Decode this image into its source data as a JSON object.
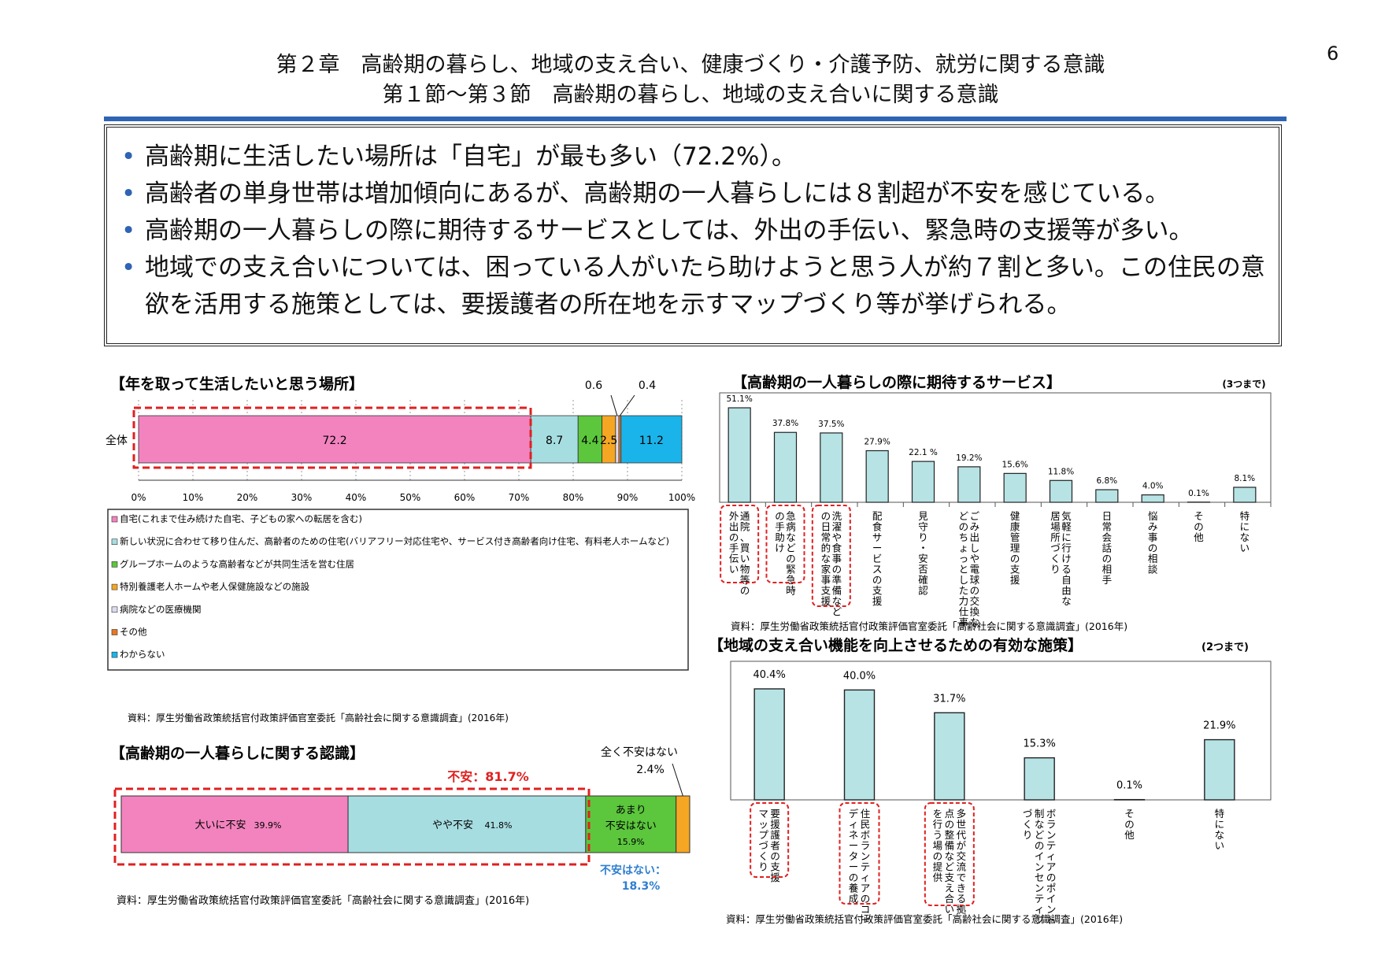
{
  "page": {
    "number": "6",
    "title_line1": "第２章　高齢期の暮らし、地域の支え合い、健康づくり・介護予防、就労に関する意識",
    "title_line2": "第１節～第３節　高齢期の暮らし、地域の支え合いに関する意識"
  },
  "summary": {
    "bullet": "•",
    "items": [
      "高齢期に生活したい場所は「自宅」が最も多い（72.2%）。",
      "高齢者の単身世帯は増加傾向にあるが、高齢期の一人暮らしには８割超が不安を感じている。",
      "高齢期の一人暮らしの際に期待するサービスとしては、外出の手伝い、緊急時の支援等が多い。",
      "地域での支え合いについては、困っている人がいたら助けようと思う人が約７割と多い。この住民の意欲を活用する施策としては、要援護者の所在地を示すマップづくり等が挙げられる。"
    ]
  },
  "colors": {
    "pink": "#f283be",
    "lightblue": "#a6dde1",
    "green": "#5cc63d",
    "orange": "#f5a623",
    "skyblue": "#1ab4ea",
    "darkblue": "#1f4e89",
    "red": "#e02020",
    "bar_fill": "#b7e3e5"
  },
  "chart_data": [
    {
      "id": "place",
      "type": "bar",
      "orientation": "horizontal-stacked",
      "title": "【年を取って生活したいと思う場所】",
      "row_label": "全体",
      "xlim": [
        0,
        100
      ],
      "x_ticks": [
        "0%",
        "10%",
        "20%",
        "30%",
        "40%",
        "50%",
        "60%",
        "70%",
        "80%",
        "90%",
        "100%"
      ],
      "segments": [
        {
          "label": "72.2",
          "value": 72.2,
          "color": "#f283be"
        },
        {
          "label": "8.7",
          "value": 8.7,
          "color": "#a6dde1"
        },
        {
          "label": "4.4",
          "value": 4.4,
          "color": "#5cc63d"
        },
        {
          "label": "2.5",
          "value": 2.5,
          "color": "#f5a623"
        },
        {
          "label": "0.6",
          "value": 0.6,
          "color": "#dcdcf0"
        },
        {
          "label": "0.4",
          "value": 0.4,
          "color": "#e87722"
        },
        {
          "label": "11.2",
          "value": 11.2,
          "color": "#1ab4ea"
        }
      ],
      "callouts": [
        "0.6",
        "0.4"
      ],
      "legend": [
        {
          "label": "自宅(これまで住み続けた自宅、子どもの家への転居を含む)",
          "color": "#f283be"
        },
        {
          "label": "新しい状況に合わせて移り住んだ、高齢者のための住宅(バリアフリー対応住宅や、サービス付き高齢者向け住宅、有料老人ホームなど)",
          "color": "#a6dde1"
        },
        {
          "label": "グループホームのような高齢者などが共同生活を営む住居",
          "color": "#5cc63d"
        },
        {
          "label": "特別養護老人ホームや老人保健施設などの施設",
          "color": "#f5a623"
        },
        {
          "label": "病院などの医療機関",
          "color": "#dcdcf0"
        },
        {
          "label": "その他",
          "color": "#e87722"
        },
        {
          "label": "わからない",
          "color": "#1ab4ea"
        }
      ],
      "source": "資料：厚生労働省政策統括官付政策評価官室委託「高齢社会に関する意識調査」(2016年)"
    },
    {
      "id": "anxiety",
      "type": "bar",
      "orientation": "horizontal-stacked",
      "title": "【高齢期の一人暮らしに関する認識】",
      "segments": [
        {
          "label": "大いに不安",
          "value": 39.9,
          "value_label": "39.9%",
          "color": "#f283be"
        },
        {
          "label": "やや不安",
          "value": 41.8,
          "value_label": "41.8%",
          "color": "#a6dde1"
        },
        {
          "label_lines": [
            "あまり",
            "不安はない"
          ],
          "value": 15.9,
          "value_label": "15.9%",
          "color": "#5cc63d"
        },
        {
          "label": "全く不安はない",
          "value": 2.4,
          "value_label": "2.4%",
          "color": "#f5a623"
        }
      ],
      "annotation_anxious": "不安：81.7%",
      "annotation_not_anxious_line1": "不安はない：",
      "annotation_not_anxious_line2": "18.3%",
      "source": "資料：厚生労働省政策統括官付政策評価官室委託「高齢社会に関する意識調査」(2016年)"
    },
    {
      "id": "services",
      "type": "bar",
      "title": "【高齢期の一人暮らしの際に期待するサービス】",
      "note": "(3つまで)",
      "ylim": [
        0,
        55
      ],
      "categories": [
        [
          "通院、買い物等の",
          "外出の手伝い"
        ],
        [
          "急病などの緊急時",
          "の手助け"
        ],
        [
          "洗濯や食事の準備など",
          "の日常的な家事支援"
        ],
        [
          "配食サービスの支援"
        ],
        [
          "見守り・安否確認"
        ],
        [
          "ごみ出しや電球の交換な",
          "どのちょっとした力仕事"
        ],
        [
          "健康管理の支援"
        ],
        [
          "気軽に行ける自由な",
          "居場所づくり"
        ],
        [
          "日常会話の相手"
        ],
        [
          "悩み事の相談"
        ],
        [
          "その他"
        ],
        [
          "特にない"
        ]
      ],
      "values": [
        51.1,
        37.8,
        37.5,
        27.9,
        22.1,
        19.2,
        15.6,
        11.8,
        6.8,
        4.0,
        0.1,
        8.1
      ],
      "value_labels": [
        "51.1%",
        "37.8%",
        "37.5%",
        "27.9%",
        "22.1 %",
        "19.2%",
        "15.6%",
        "11.8%",
        "6.8%",
        "4.0%",
        "0.1%",
        "8.1%"
      ],
      "highlighted": [
        0,
        1,
        2
      ],
      "source": "資料：厚生労働省政策統括官付政策評価官室委託「高齢社会に関する意識調査」(2016年)"
    },
    {
      "id": "measures",
      "type": "bar",
      "title": "【地域の支え合い機能を向上させるための有効な施策】",
      "note": "(2つまで)",
      "ylim": [
        0,
        45
      ],
      "categories": [
        [
          "要援護者の支援",
          "マップづくり"
        ],
        [
          "住民ボランティアのコー",
          "ディネーターの養成"
        ],
        [
          "多世代が交流できる拠",
          "点の整備など支え合い",
          "を行う場の提供"
        ],
        [
          "ボランティアのポイント",
          "制などのインセンティブ",
          "づくり"
        ],
        [
          "その他"
        ],
        [
          "特にない"
        ]
      ],
      "values": [
        40.4,
        40.0,
        31.7,
        15.3,
        0.1,
        21.9
      ],
      "value_labels": [
        "40.4%",
        "40.0%",
        "31.7%",
        "15.3%",
        "0.1%",
        "21.9%"
      ],
      "highlighted": [
        0,
        1,
        2
      ],
      "source": "資料：厚生労働省政策統括官付政策評価官室委託「高齢社会に関する意識調査」(2016年)"
    }
  ]
}
